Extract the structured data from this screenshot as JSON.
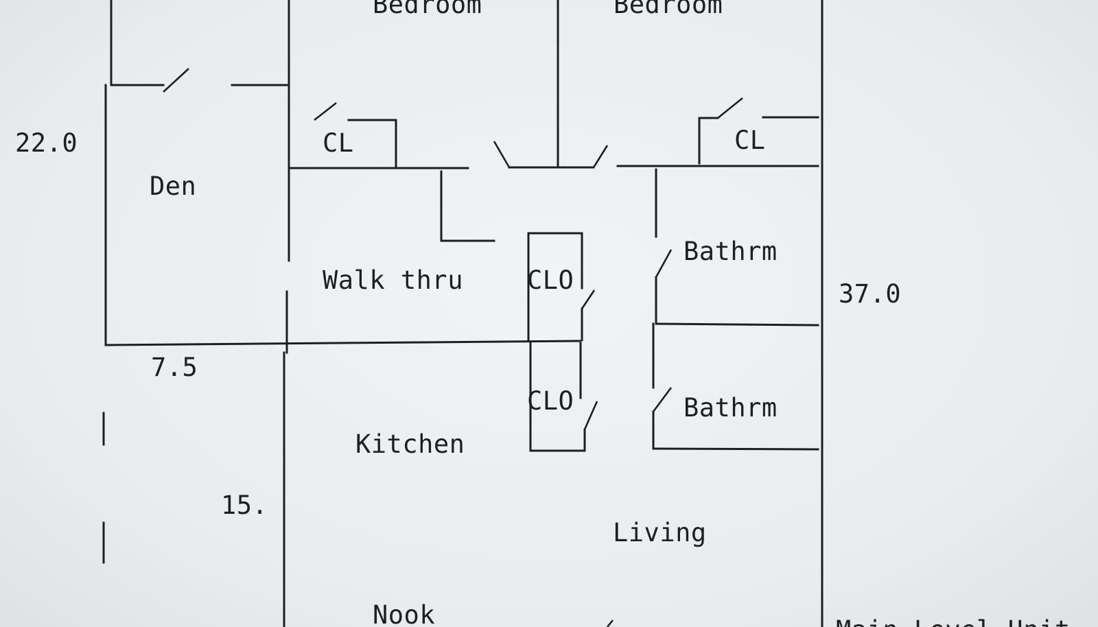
{
  "rooms": {
    "bedroom_1": "Bedroom",
    "bedroom_2": "Bedroom",
    "closet_1": "CL",
    "closet_2": "CL",
    "den": "Den",
    "walk_thru": "Walk thru",
    "clo_1": "CLO",
    "clo_2": "CLO",
    "bathroom_1": "Bathrm",
    "bathroom_2": "Bathrm",
    "kitchen": "Kitchen",
    "living": "Living",
    "nook": "Nook"
  },
  "dimensions": {
    "den_depth": "22.0",
    "den_width": "7.5",
    "overall_depth": "37.0",
    "kitchen_depth": "15."
  },
  "caption": "Main Level Unit",
  "colors": {
    "line": "#1e1e1e",
    "paper": "#eceef0"
  }
}
